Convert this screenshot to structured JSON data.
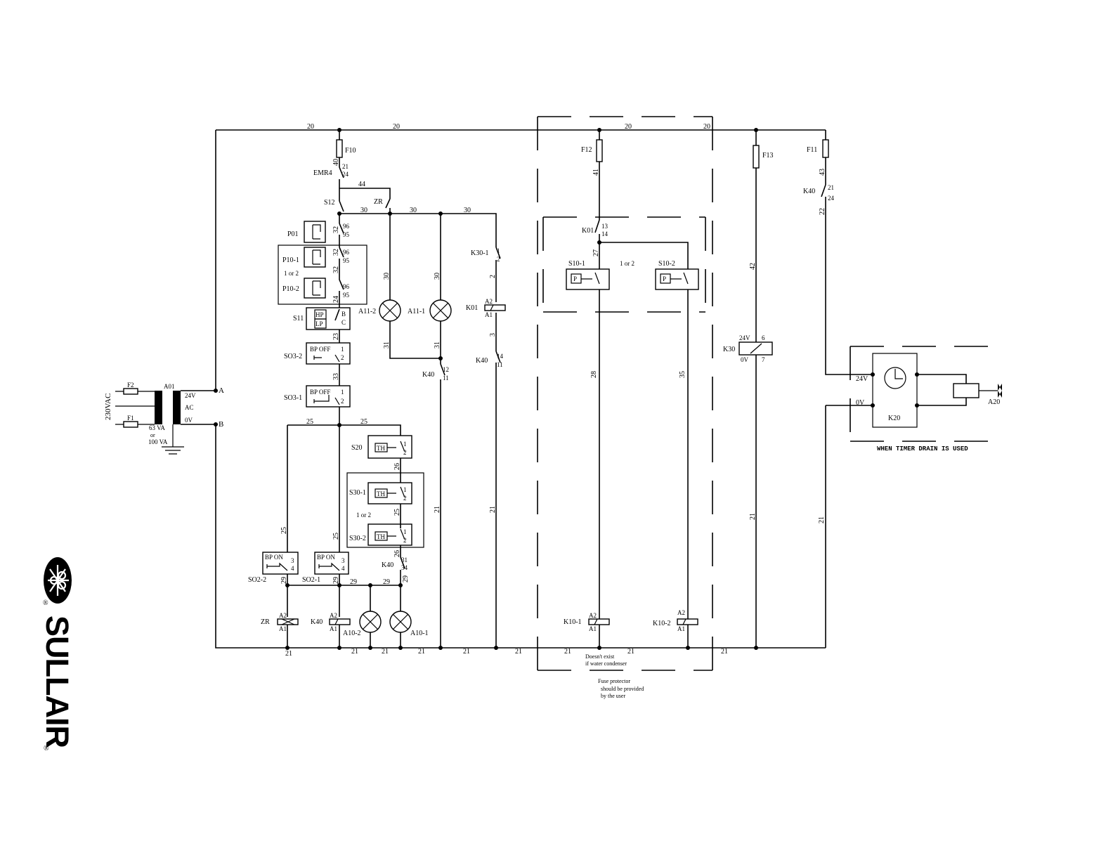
{
  "brand": {
    "name": "SULLAIR",
    "registered_mark": "®"
  },
  "supply": {
    "voltage": "230VAC",
    "transformer": "A01",
    "fuse_left_1": "F2",
    "fuse_left_2": "F1",
    "secondary_high": "24V",
    "secondary_ac": "AC",
    "secondary_low": "0V",
    "rating_1": "63 VA",
    "rating_or": "or",
    "rating_2": "100 VA",
    "bus_a": "A",
    "bus_b": "B"
  },
  "fuses": [
    "F10",
    "F12",
    "F13",
    "F11"
  ],
  "wires": {
    "w20": "20",
    "w21": "21",
    "w22": "22",
    "w23": "23",
    "w24": "24",
    "w25": "25",
    "w26": "26",
    "w27": "27",
    "w28": "28",
    "w29": "29",
    "w30": "30",
    "w31": "31",
    "w32": "32",
    "w33": "33",
    "w35": "35",
    "w40": "40",
    "w41": "41",
    "w42": "42",
    "w43": "43",
    "w44": "44",
    "w2": "2",
    "w3": "3"
  },
  "terminals": {
    "t1": "1",
    "t2": "2",
    "t3": "3",
    "t4": "4",
    "t6": "6",
    "t7": "7",
    "t11": "11",
    "t12": "12",
    "t13": "13",
    "t14": "14",
    "t21": "21",
    "t24": "24",
    "t31": "31",
    "t34": "34",
    "t95": "95",
    "t96": "96",
    "a1": "A1",
    "a2": "A2",
    "b": "B",
    "c": "C",
    "v24": "24V",
    "v0": "0V"
  },
  "components": {
    "emr4": "EMR4",
    "s12": "S12",
    "zr": "ZR",
    "p01": "P01",
    "p10_1": "P10-1",
    "p10_2": "P10-2",
    "one_or_two": "1 or 2",
    "s11": "S11",
    "hp": "HP",
    "lp": "LP",
    "so3_2": "SO3-2",
    "so3_1": "SO3-1",
    "bp_off": "BP OFF",
    "bp_on": "BP ON",
    "s20": "S20",
    "s30_1": "S30-1",
    "s30_2": "S30-2",
    "th": "TH",
    "so2_2": "SO2-2",
    "so2_1": "SO2-1",
    "k40": "K40",
    "a10_2": "A10-2",
    "a10_1": "A10-1",
    "a11_2": "A11-2",
    "a11_1": "A11-1",
    "k30_1": "K30-1",
    "k01": "K01",
    "s10_1": "S10-1",
    "s10_2": "S10-2",
    "p": "P",
    "k10_1": "K10-1",
    "k10_2": "K10-2",
    "k30": "K30",
    "k20": "K20",
    "a20": "A20"
  },
  "notes": {
    "water_condenser_1": "Doesn't exist",
    "water_condenser_2": "if water condenser",
    "fuse_note_1": "Fuse protector",
    "fuse_note_2": "should be  provided",
    "fuse_note_3": "by the user",
    "timer_drain": "WHEN TIMER DRAIN IS USED"
  }
}
